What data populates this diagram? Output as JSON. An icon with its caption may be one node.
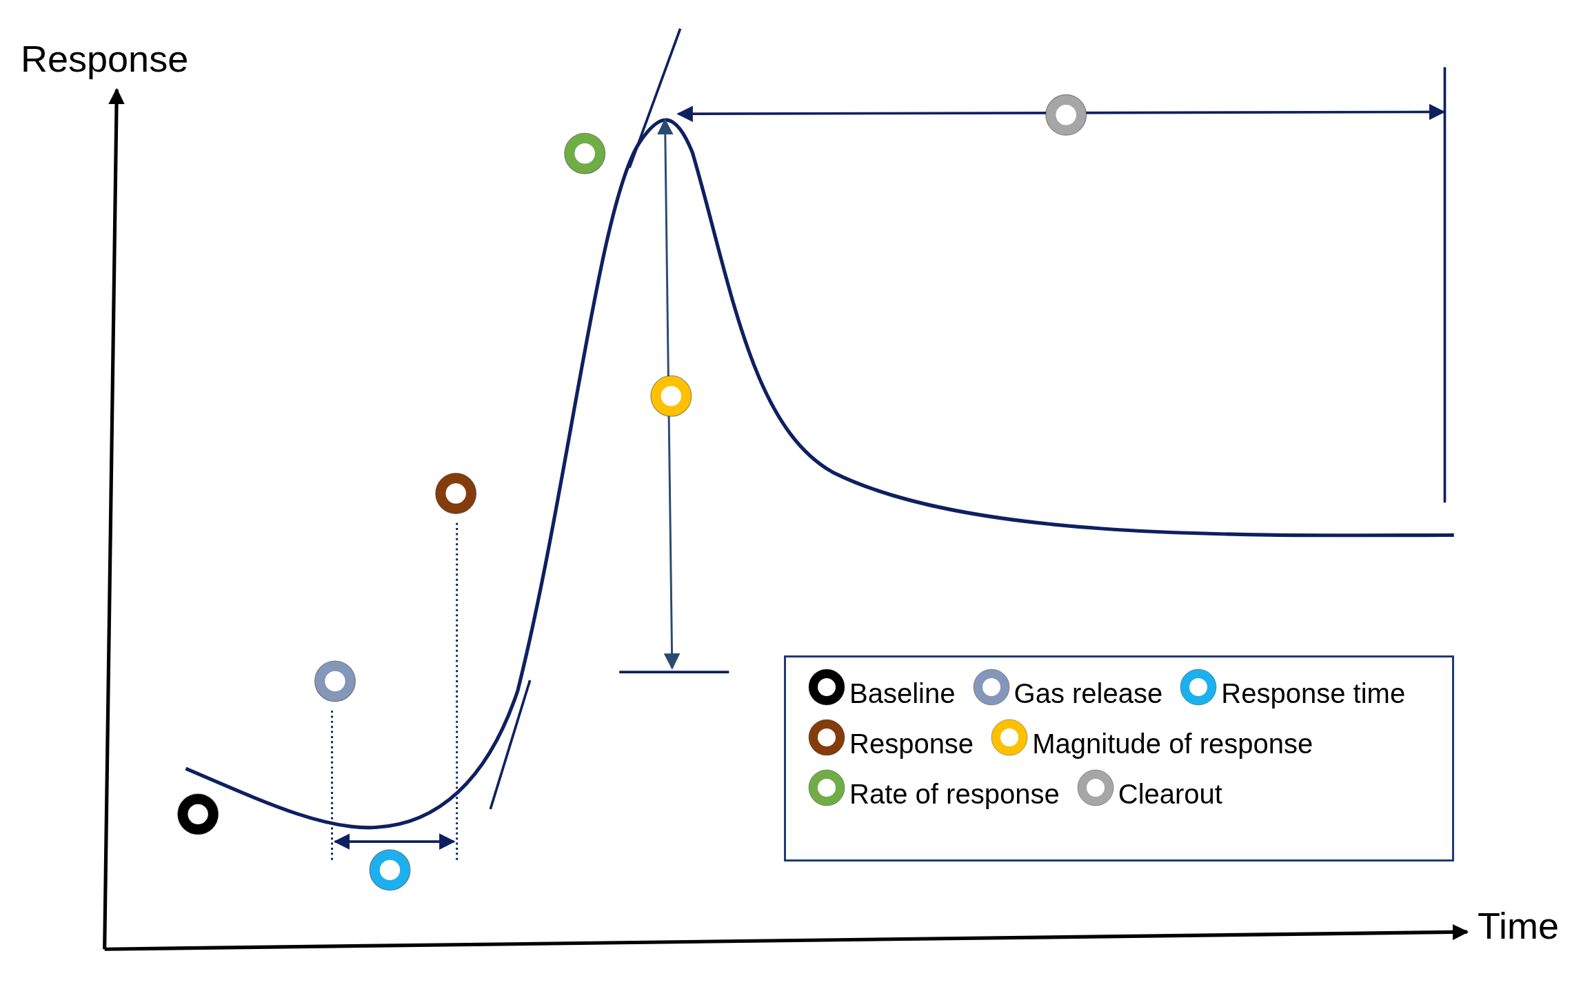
{
  "diagram": {
    "labels": [
      "Response",
      "Time"
    ],
    "legend": [
      {
        "text": "Baseline",
        "color": "#000000"
      },
      {
        "text": "Gas release",
        "color": "#8497b8"
      },
      {
        "text": "Response time",
        "color": "#1cb0ef"
      },
      {
        "text": "Response",
        "color": "#843c0c"
      },
      {
        "text": "Magnitude of response",
        "color": "#ffc000"
      },
      {
        "text": "Rate of response",
        "color": "#70ad47"
      },
      {
        "text": "Clearout",
        "color": "#a6a6a6"
      }
    ]
  }
}
